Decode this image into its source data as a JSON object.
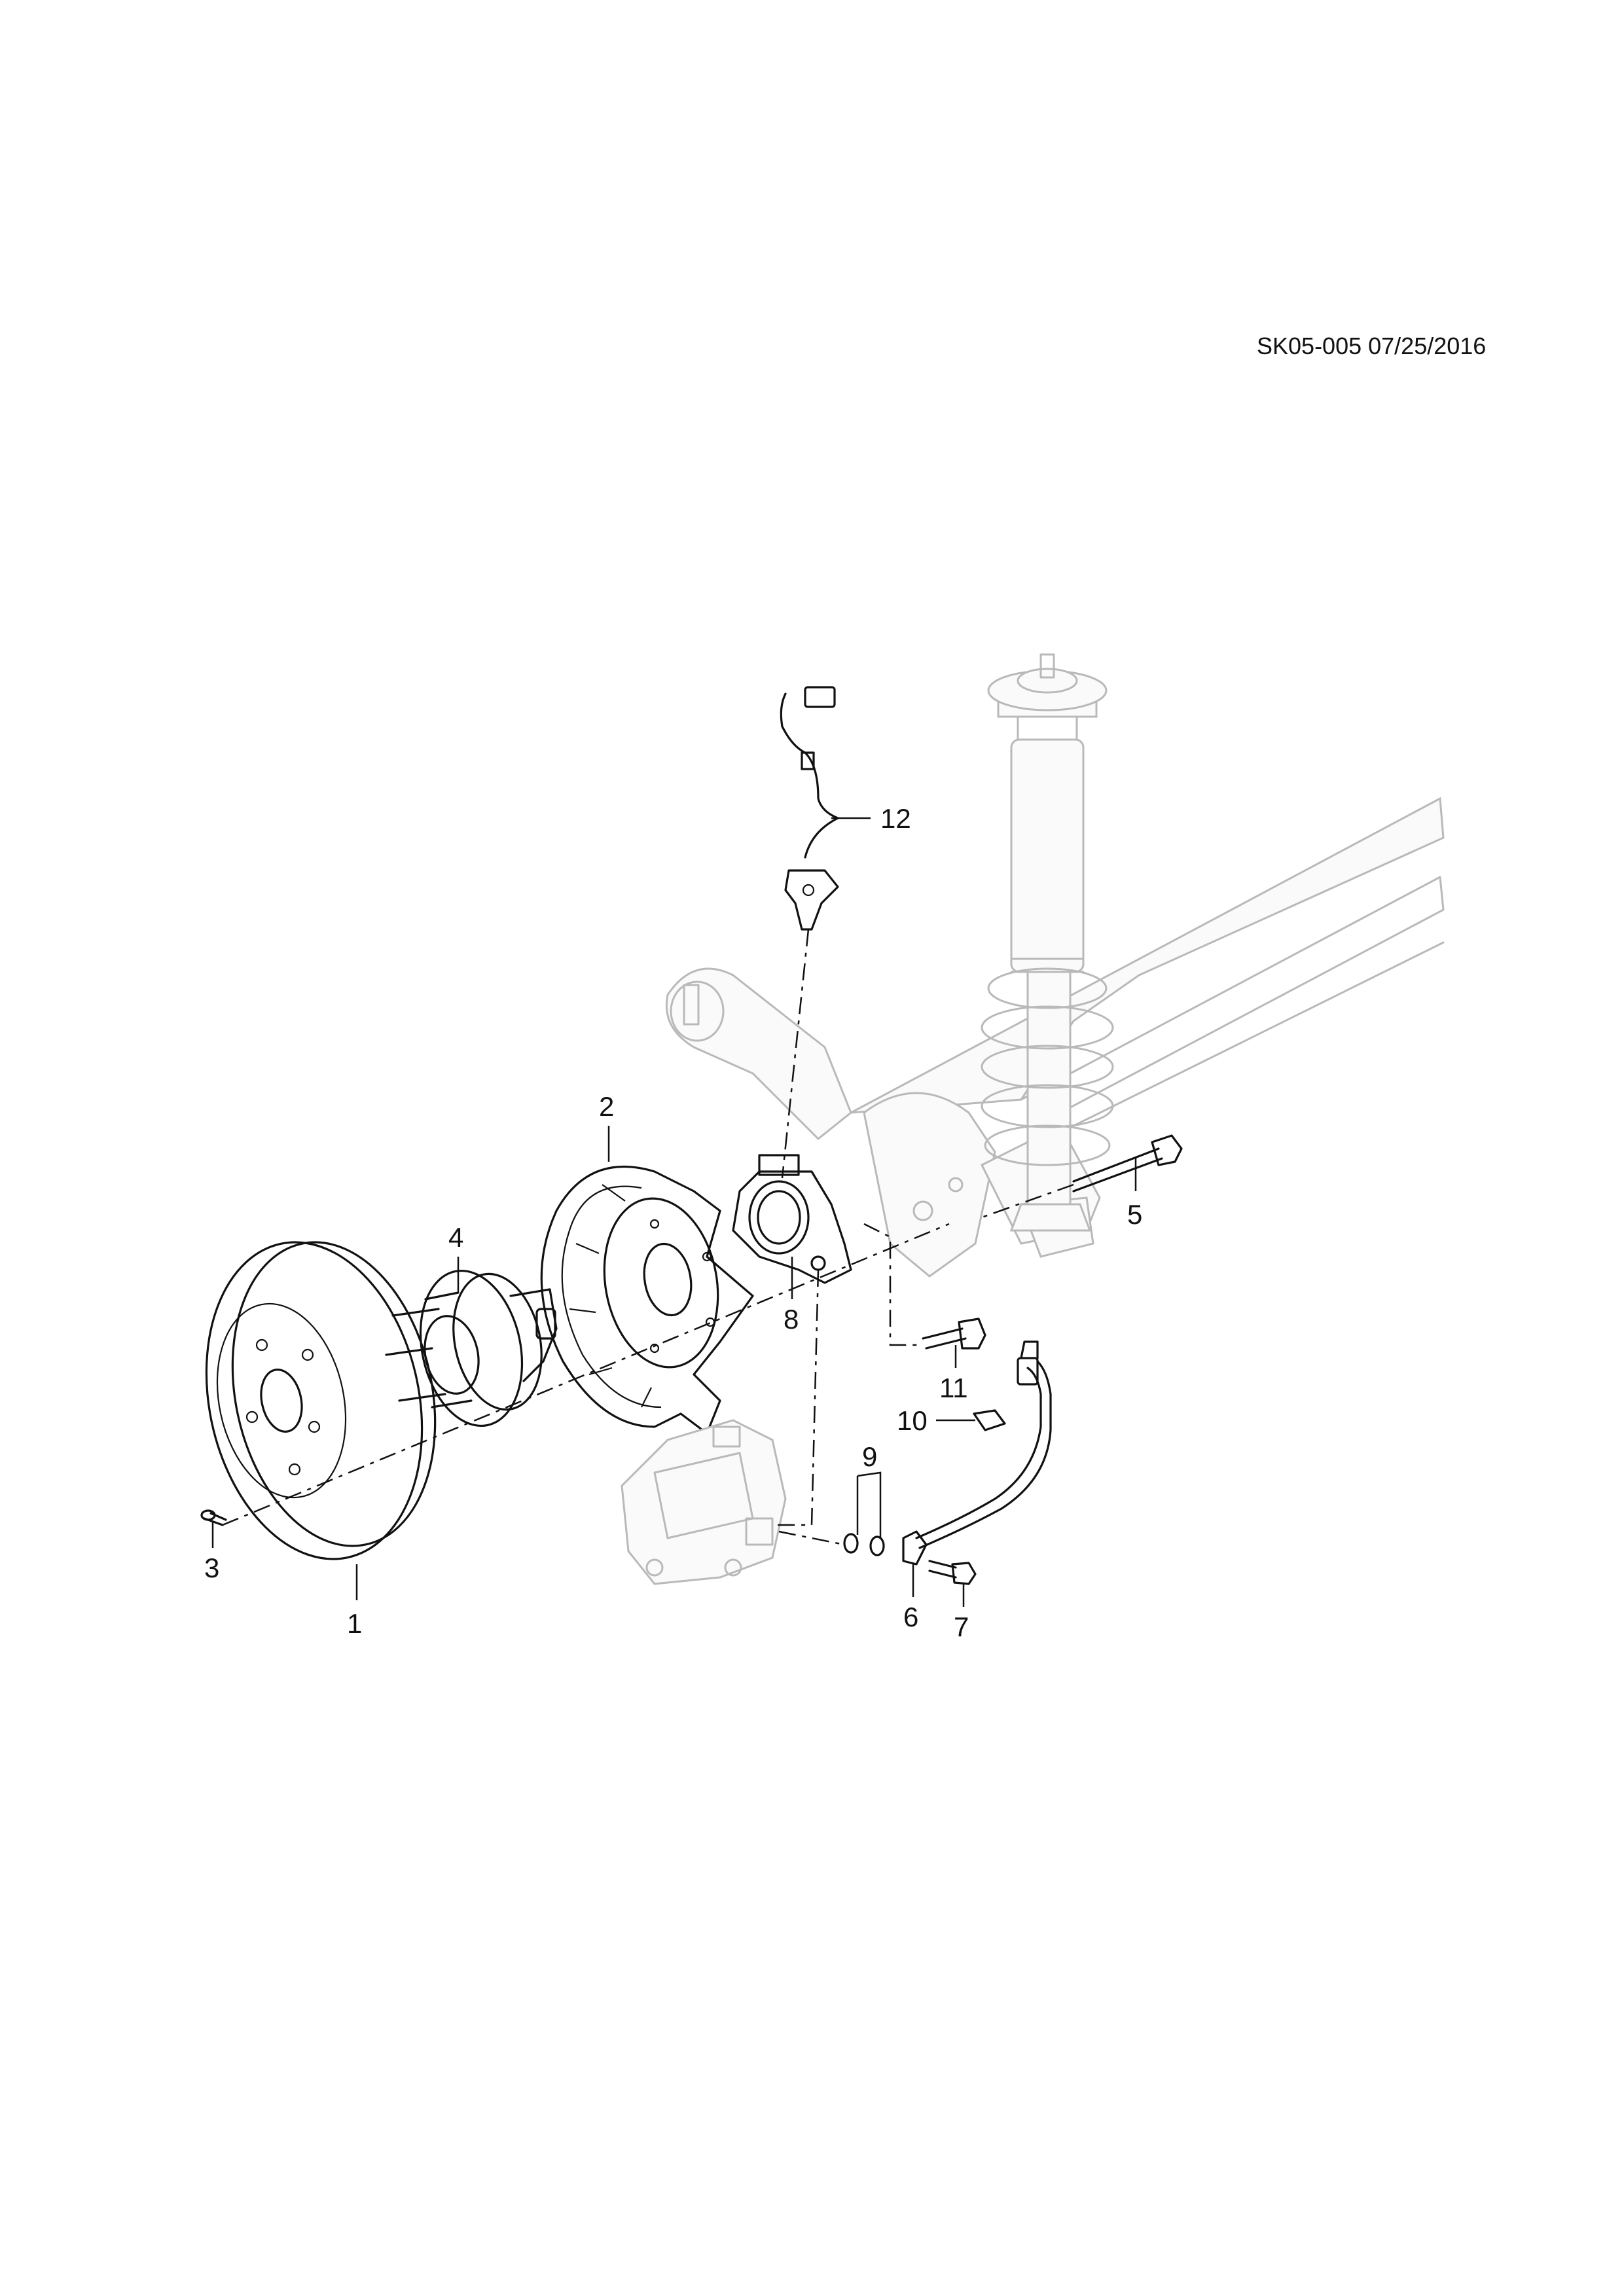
{
  "diagram": {
    "page_code": "SK05-005 07/25/2016",
    "callouts": [
      {
        "id": "1",
        "label": "1"
      },
      {
        "id": "2",
        "label": "2"
      },
      {
        "id": "3",
        "label": "3"
      },
      {
        "id": "4",
        "label": "4"
      },
      {
        "id": "5",
        "label": "5"
      },
      {
        "id": "6",
        "label": "6"
      },
      {
        "id": "7",
        "label": "7"
      },
      {
        "id": "8",
        "label": "8"
      },
      {
        "id": "9",
        "label": "9"
      },
      {
        "id": "10",
        "label": "10"
      },
      {
        "id": "11",
        "label": "11"
      },
      {
        "id": "12",
        "label": "12"
      }
    ]
  }
}
